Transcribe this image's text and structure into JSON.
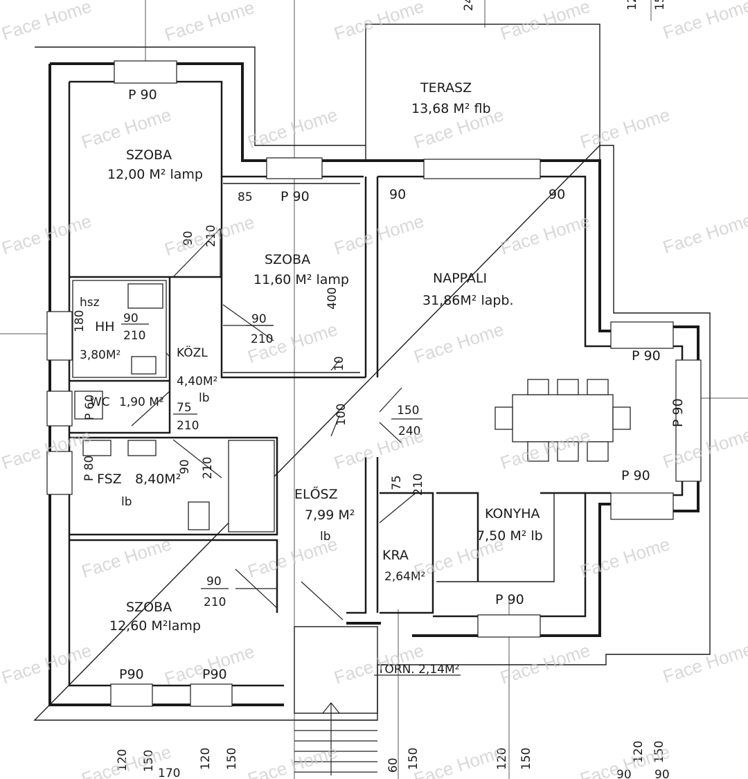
{
  "rooms": {
    "terasz": {
      "name": "TERASZ",
      "area": "13,68 M²  flb"
    },
    "szoba1": {
      "name": "SZOBA",
      "area": "12,00 M² lamp"
    },
    "szoba2": {
      "name": "SZOBA",
      "area": "11,60 M² lamp"
    },
    "nappali": {
      "name": "NAPPALI",
      "area": "31,86M² lapb."
    },
    "hsz": {
      "name": "hsz"
    },
    "hh": {
      "name": "HH",
      "area": "3,80M²"
    },
    "kozl": {
      "name": "KÖZL",
      "area": "4,40M²",
      "floor": "lb"
    },
    "wc": {
      "name": "WC",
      "area": "1,90 M²"
    },
    "fsz": {
      "name": "FSZ",
      "area": "8,40M²",
      "floor": "lb"
    },
    "elosz": {
      "name": "ELŐSZ",
      "area": "7,99 M²",
      "floor": "lb"
    },
    "konyha": {
      "name": "KONYHA",
      "area": "7,50 M²  lb"
    },
    "kra": {
      "name": "KRA",
      "area": "2,64M²"
    },
    "szoba3": {
      "name": "SZOBA",
      "area": "12,60 M²lamp"
    },
    "torn": {
      "name": "TORN. 2,14M²"
    }
  },
  "labels": {
    "p90": "P 90",
    "p90b": "P90",
    "p80": "P 80",
    "p60": "P 60",
    "n90": "90",
    "n85": "85",
    "n210": "210",
    "n75": "75",
    "n150": "150",
    "n240": "240",
    "n400": "400",
    "n100": "100",
    "n10": "10",
    "n180": "180",
    "n170": "170",
    "n120": "120",
    "n60": "60",
    "n15": "15",
    "n24": "24",
    "n12": "12"
  },
  "watermark": "Face Home"
}
